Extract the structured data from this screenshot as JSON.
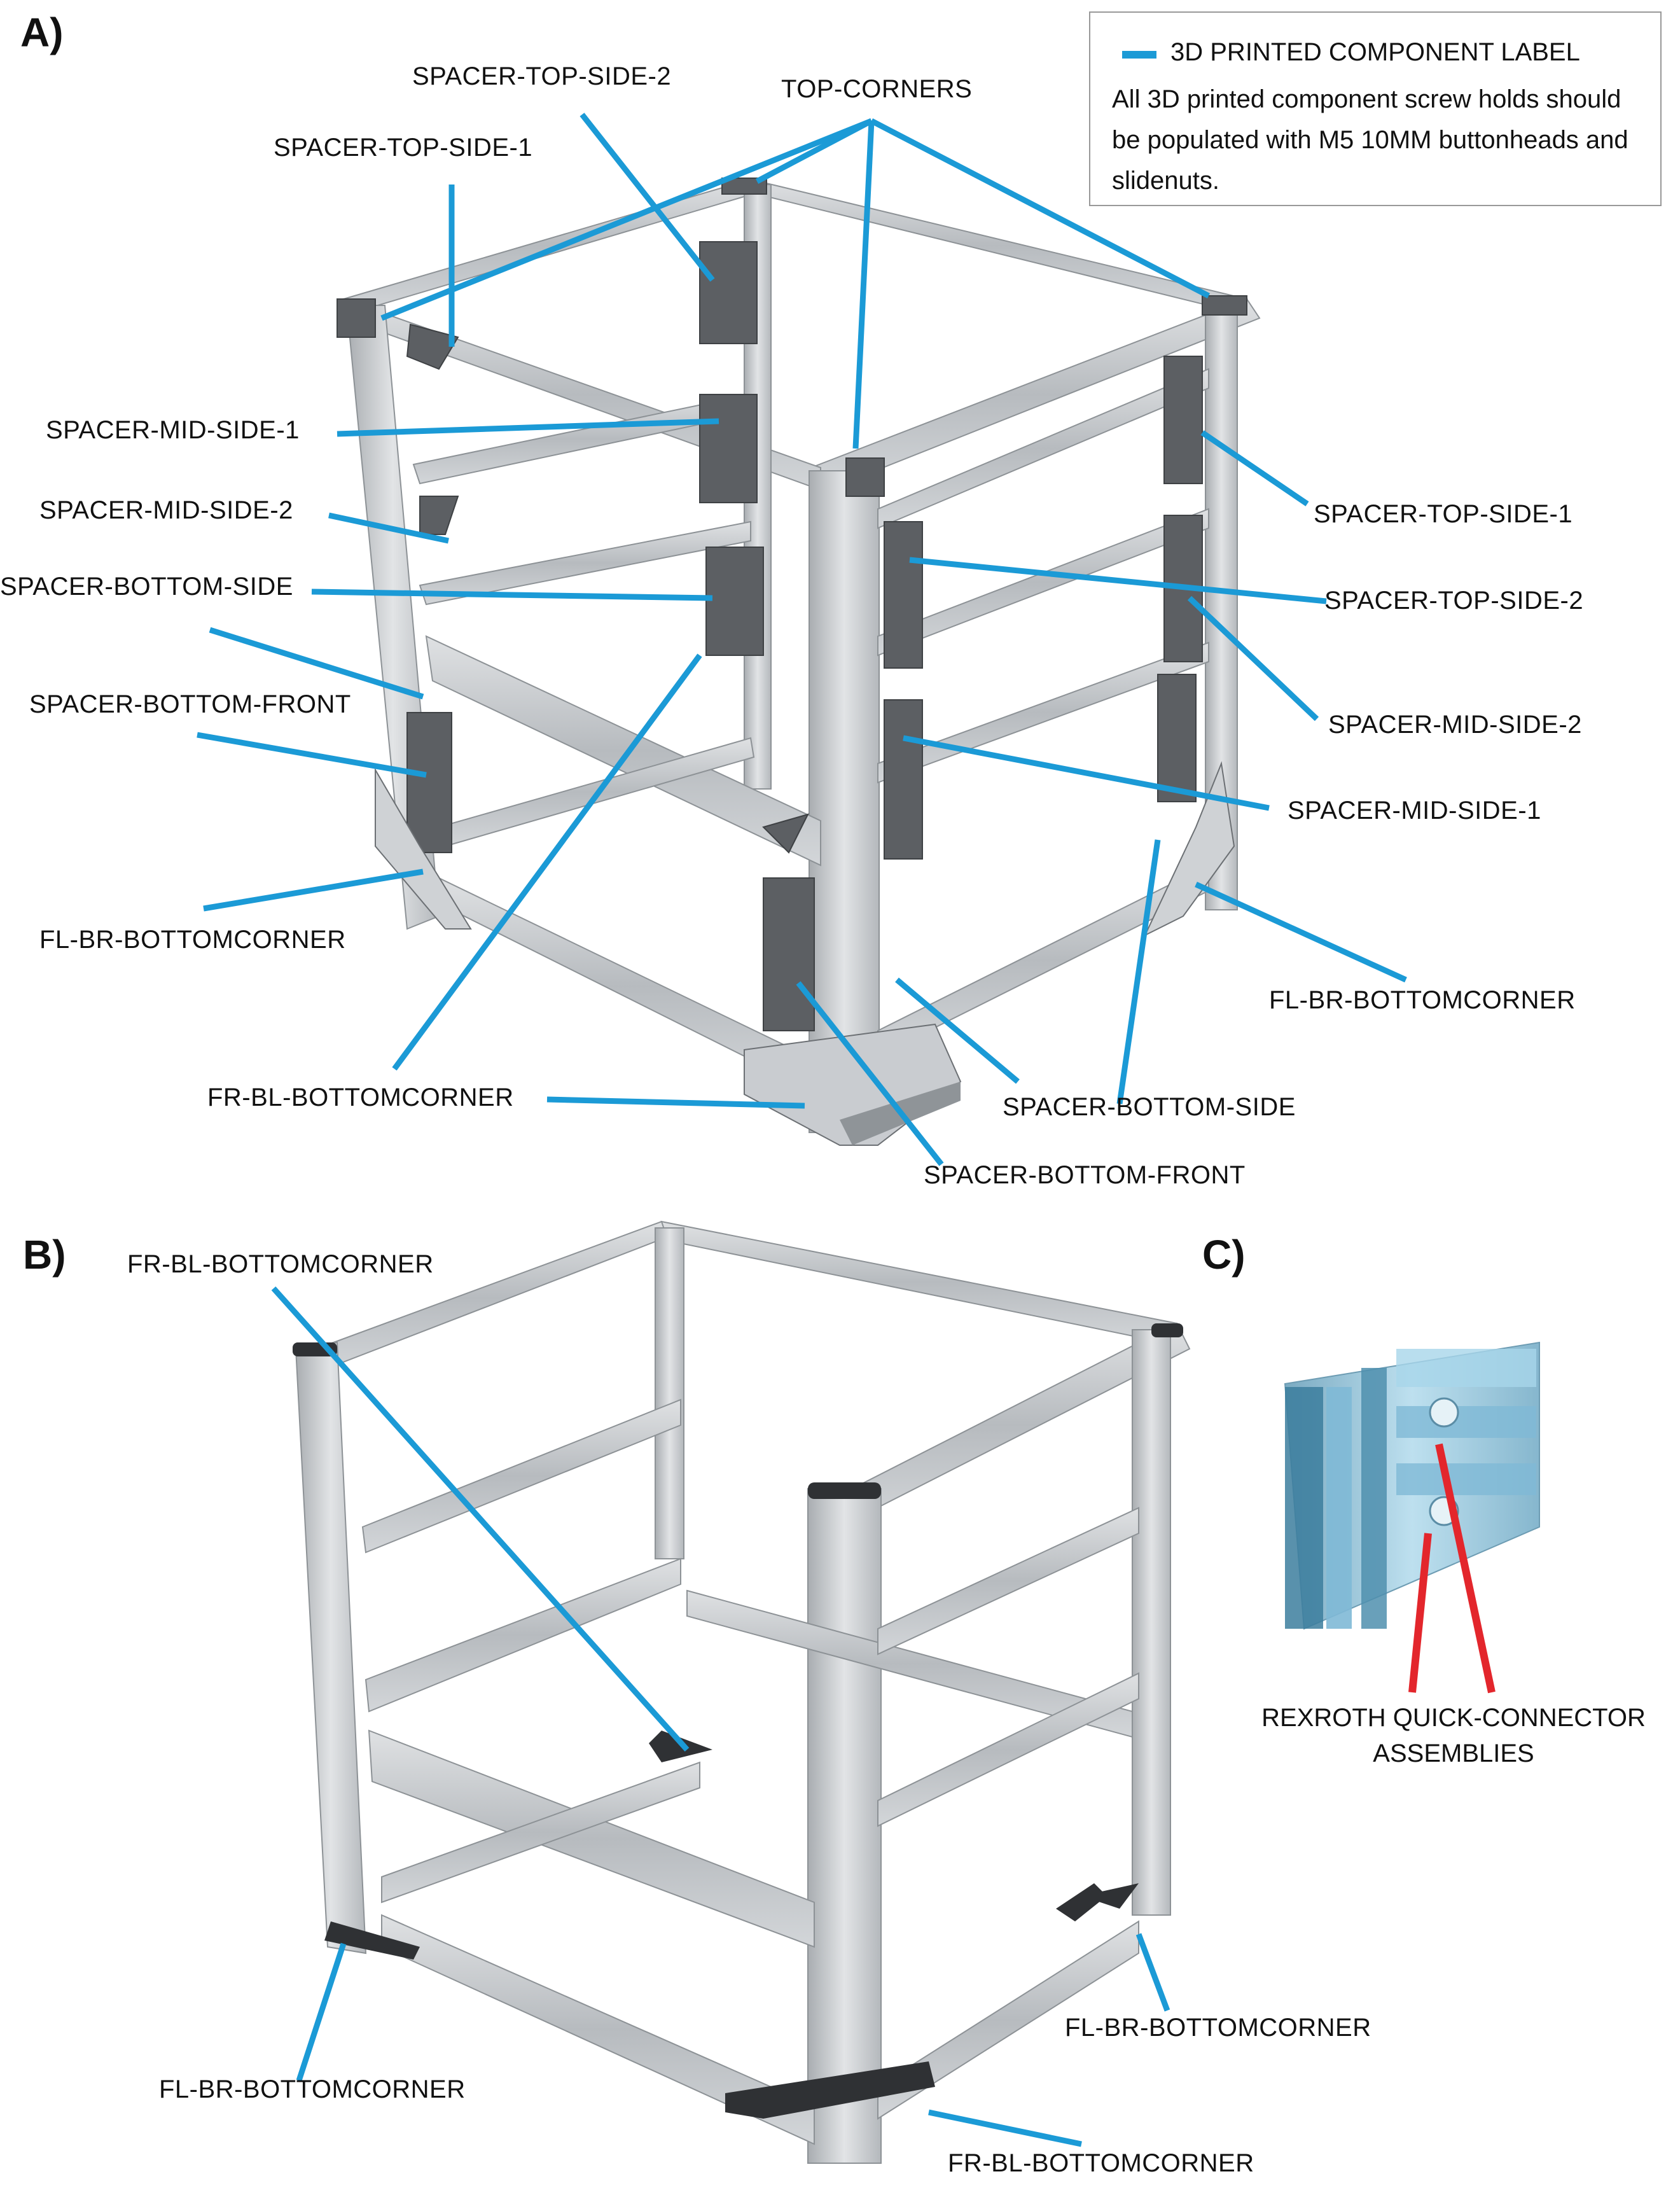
{
  "panels": {
    "a": "A)",
    "b": "B)",
    "c": "C)"
  },
  "legend": {
    "title": "3D PRINTED COMPONENT LABEL",
    "note": "All 3D printed component screw holds should be populated with M5 10MM buttonheads and slidenuts."
  },
  "panel_a_labels": {
    "spacer_top_side_2_top": "SPACER-TOP-SIDE-2",
    "top_corners": "TOP-CORNERS",
    "spacer_top_side_1_left": "SPACER-TOP-SIDE-1",
    "spacer_mid_side_1_left": "SPACER-MID-SIDE-1",
    "spacer_mid_side_2_left": "SPACER-MID-SIDE-2",
    "spacer_bottom_side_left": "SPACER-BOTTOM-SIDE",
    "spacer_bottom_front_left": "SPACER-BOTTOM-FRONT",
    "fl_br_bottomcorner_left": "FL-BR-BOTTOMCORNER",
    "fr_bl_bottomcorner": "FR-BL-BOTTOMCORNER",
    "spacer_top_side_1_right": "SPACER-TOP-SIDE-1",
    "spacer_top_side_2_right": "SPACER-TOP-SIDE-2",
    "spacer_mid_side_2_right": "SPACER-MID-SIDE-2",
    "spacer_mid_side_1_right": "SPACER-MID-SIDE-1",
    "fl_br_bottomcorner_right": "FL-BR-BOTTOMCORNER",
    "spacer_bottom_side_right": "SPACER-BOTTOM-SIDE",
    "spacer_bottom_front_right": "SPACER-BOTTOM-FRONT"
  },
  "panel_b_labels": {
    "fr_bl_bottomcorner_top": "FR-BL-BOTTOMCORNER",
    "fl_br_bottomcorner_left": "FL-BR-BOTTOMCORNER",
    "fl_br_bottomcorner_right": "FL-BR-BOTTOMCORNER",
    "fr_bl_bottomcorner_bottom": "FR-BL-BOTTOMCORNER"
  },
  "panel_c_labels": {
    "connector_line1": "REXROTH QUICK-CONNECTOR",
    "connector_line2": "ASSEMBLIES"
  },
  "colors": {
    "label_line": "#1b9ad6",
    "connector_line": "#e3262c",
    "aluminum": "#c9cccf",
    "aluminum_dark": "#9fa4a8",
    "printed_part": "#5c5f63",
    "connector_blue": "#7fb9d6"
  }
}
